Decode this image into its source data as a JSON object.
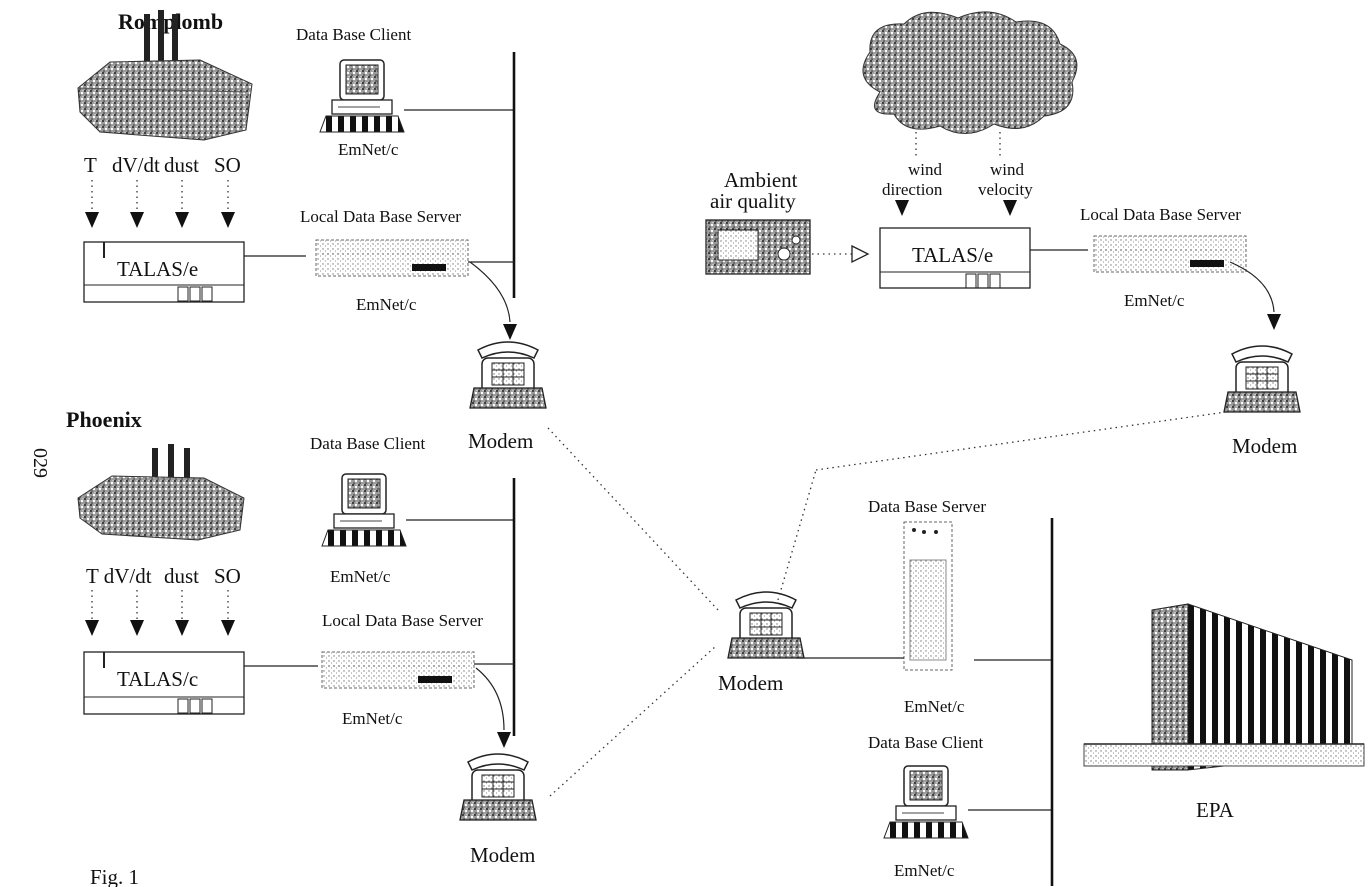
{
  "sites": {
    "top_left": "Romplomb",
    "bottom_left": "Phoenix"
  },
  "sensors": {
    "t": "T",
    "dvdt": "dV/dt",
    "dust": "dust",
    "so": "SO",
    "t_dvdt": "T dV/dt"
  },
  "devices": {
    "talas": "TALAS/e",
    "talas_alt": "TALAS/c",
    "db_client": "Data Base Client",
    "local_db_server": "Local Data Base Server",
    "db_server": "Data Base Server",
    "emnet": "EmNet/c",
    "modem": "Modem"
  },
  "ambient": {
    "line1": "Ambient",
    "line2": "air quality",
    "wind_dir_1": "wind",
    "wind_dir_2": "direction",
    "wind_vel_1": "wind",
    "wind_vel_2": "velocity"
  },
  "hq": "EPA",
  "margin": {
    "page_mark": "029",
    "figure_label": "Fig. 1"
  }
}
